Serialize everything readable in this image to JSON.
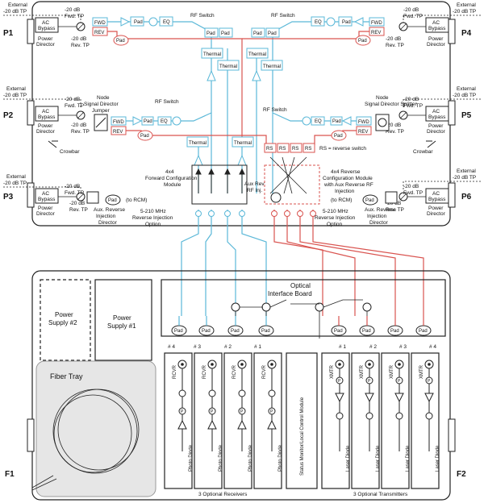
{
  "ports": {
    "p1": "P1",
    "p2": "P2",
    "p3": "P3",
    "p4": "P4",
    "p5": "P5",
    "p6": "P6",
    "f1": "F1",
    "f2": "F2"
  },
  "external": {
    "line1": "External",
    "line2": "-20 dB TP"
  },
  "tp": {
    "fwd1": "-20 dB",
    "fwd2": "Fwd. TP",
    "rev1": "-20 dB",
    "rev2": "Rev. TP"
  },
  "blocks": {
    "ac1": "AC",
    "ac2": "Bypass",
    "pd1": "Power",
    "pd2": "Director",
    "fwd": "FWD",
    "rev": "REV",
    "pad": "Pad",
    "eq": "EQ",
    "thermal": "Thermal",
    "rs": "RS",
    "rf_switch": "RF Switch"
  },
  "labels": {
    "jumper1": "Node",
    "jumper2": "Signal Director",
    "jumper3": "Jumper",
    "splitter1": "Node",
    "splitter2": "Signal Director Splitter",
    "crowbar": "Crowbar",
    "rs_note": "RS = reverse switch",
    "fwd_mod1": "4x4",
    "fwd_mod2": "Forward Configuration",
    "fwd_mod3": "Module",
    "aux_rev1": "Aux Rev",
    "aux_rev2": "RF Inj.",
    "rev_mod1": "4x4 Reverse",
    "rev_mod2": "Configuration Module",
    "rev_mod3": "with Aux Reverse RF",
    "rev_mod4": "Injection",
    "to_rcm": "(to RCM)",
    "aux_inj1": "Aux. Reverse",
    "aux_inj2": "Injection",
    "aux_inj3": "Director",
    "mhz1": "5-210 MHz",
    "mhz2": "Reverse Injection",
    "mhz3": "Option",
    "ps2_1": "Power",
    "ps2_2": "Supply #2",
    "ps1_1": "Power",
    "ps1_2": "Supply #1",
    "fiber_tray": "Fiber Tray",
    "oib1": "Optical",
    "oib2": "Interface Board",
    "rcvr": "RCVR",
    "xmtr": "XMTR",
    "photo_diode": "Photo Diode",
    "laser_diode": "Laser Diode",
    "status": "Status Monitor/Local Control Module",
    "opt_rx": "3 Optional Receivers",
    "opt_tx": "3 Optional Transmitters",
    "p": "P",
    "n1": "# 1",
    "n2": "# 2",
    "n3": "# 3",
    "n4": "# 4"
  },
  "colors": {
    "forward": "#5bb8d8",
    "reverse": "#d9534f",
    "box": "#222222",
    "fill_light": "#dff0f7",
    "fill_red": "#fbe3e3",
    "tray": "#e6e6e6"
  }
}
